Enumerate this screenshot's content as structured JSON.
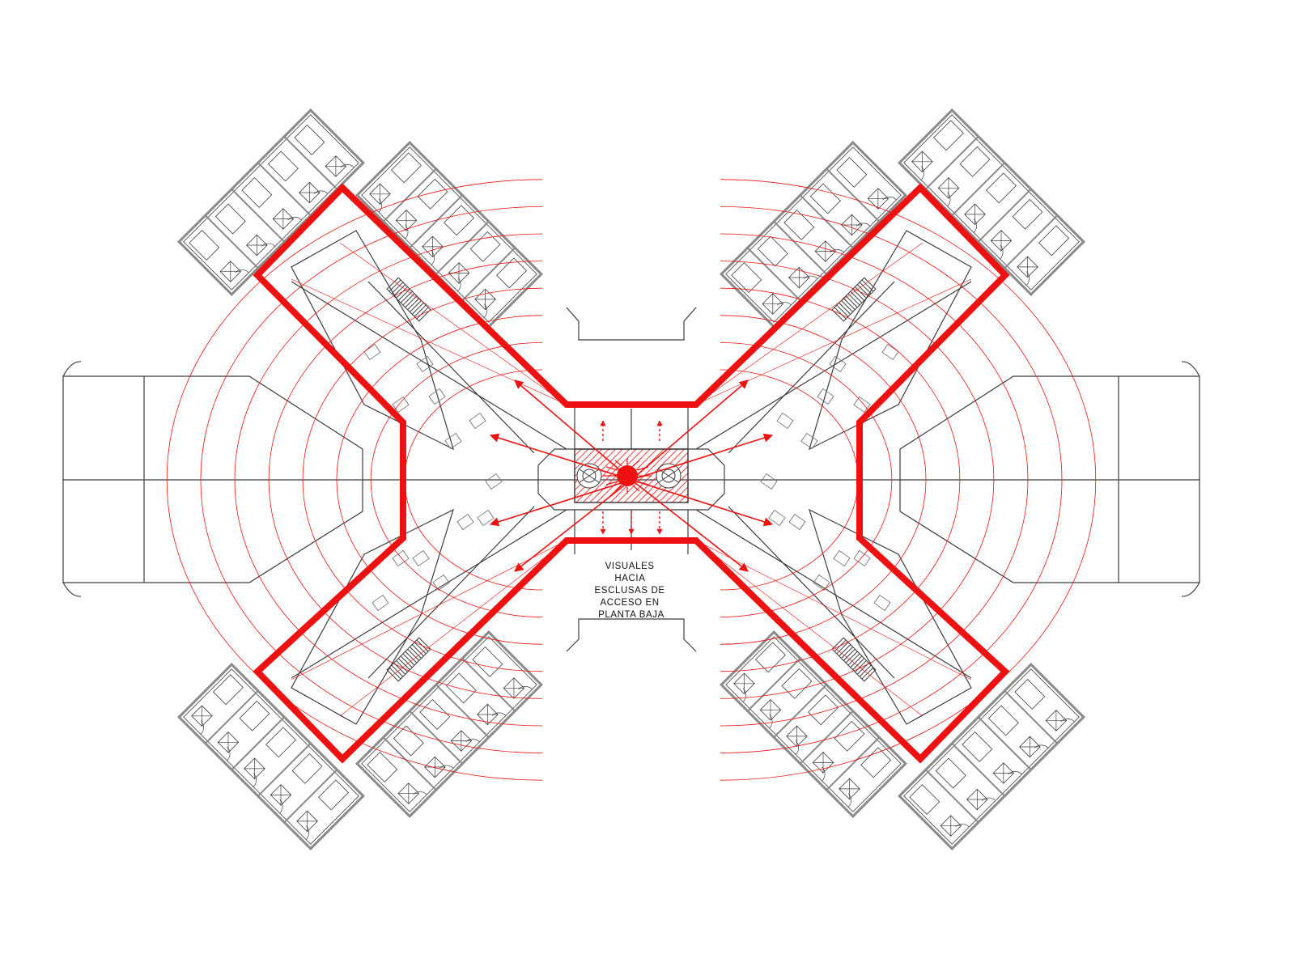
{
  "annotation": {
    "lines": [
      "VISUALES",
      "HACIA",
      "ESCLUSAS DE",
      "ACCESO EN",
      "PLANTA BAJA"
    ]
  },
  "colors": {
    "line": "#3c3c3c",
    "wall": "#8a8a8a",
    "accent": "#ee1111",
    "background": "#ffffff"
  },
  "legend_icons": [
    "plan-outline",
    "guest-room-modules",
    "red-visual-perimeter",
    "sightline-arrows",
    "viewing-arcs",
    "central-core",
    "stair-icon"
  ]
}
